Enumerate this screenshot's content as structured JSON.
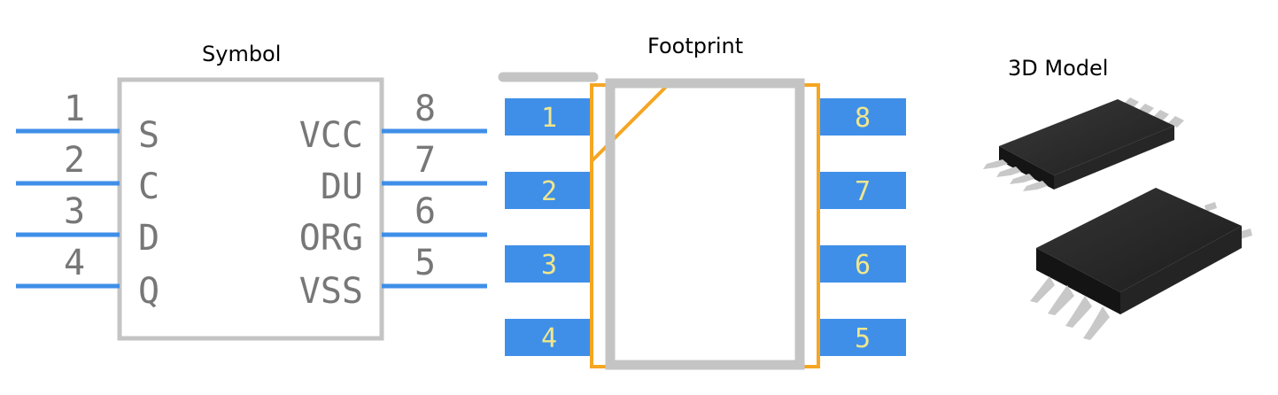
{
  "titles": {
    "symbol": "Symbol",
    "footprint": "Footprint",
    "model": "3D Model"
  },
  "symbol": {
    "left_pins": [
      {
        "number": "1",
        "name": "S"
      },
      {
        "number": "2",
        "name": "C"
      },
      {
        "number": "3",
        "name": "D"
      },
      {
        "number": "4",
        "name": "Q"
      }
    ],
    "right_pins": [
      {
        "number": "8",
        "name": "VCC"
      },
      {
        "number": "7",
        "name": "DU"
      },
      {
        "number": "6",
        "name": "ORG"
      },
      {
        "number": "5",
        "name": "VSS"
      }
    ]
  },
  "footprint": {
    "left_pads": [
      "1",
      "2",
      "3",
      "4"
    ],
    "right_pads": [
      "8",
      "7",
      "6",
      "5"
    ]
  },
  "colors": {
    "pin_blue": "#3f8fe8",
    "body_gray": "#c4c4c4",
    "outline_orange": "#f5a623",
    "pad_text": "#f0e68c",
    "chip_black": "#2a2a2a",
    "lead_gray": "#bdbdbd"
  }
}
